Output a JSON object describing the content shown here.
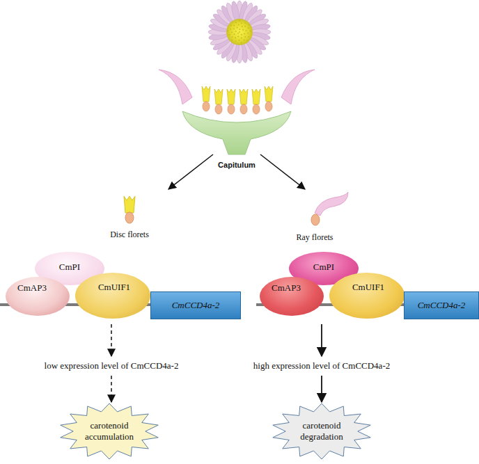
{
  "diagram": {
    "nodes": [
      {
        "text": [
          "CmPI"
        ]
      },
      {
        "text": [
          "CmAP3"
        ]
      },
      {
        "text": [
          "CmUIF1"
        ]
      },
      {
        "text": [
          "CmCCD4a-2"
        ]
      },
      {
        "text": [
          "CmPI"
        ]
      },
      {
        "text": [
          "CmAP3"
        ]
      },
      {
        "text": [
          "CmUIF1"
        ]
      },
      {
        "text": [
          "CmCCD4a-2"
        ]
      },
      {
        "text": [
          "carotenoid accumulation"
        ]
      },
      {
        "text": [
          "carotenoid degradation"
        ]
      }
    ],
    "labels": [
      "Capitulum",
      "Disc florets",
      "Ray florets",
      "low expression level of CmCCD4a-2",
      "high expression level of CmCCD4a-2"
    ]
  }
}
